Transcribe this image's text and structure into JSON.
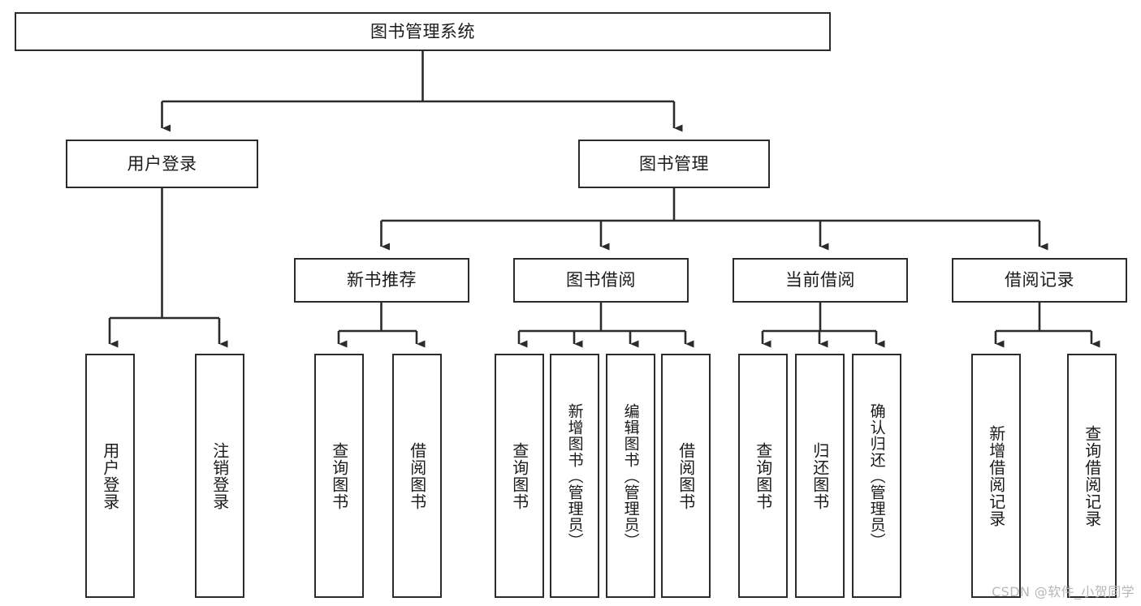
{
  "diagram": {
    "title": "图书管理系统",
    "type": "tree-hierarchy",
    "orientation": "top-down",
    "colors": {
      "background": "#ffffff",
      "box_fill": "#ffffff",
      "box_border": "#2b2b2b",
      "connector": "#2b2b2b",
      "text": "#1b1b1b",
      "watermark": "#b7b7b7"
    },
    "root": {
      "label": "图书管理系统"
    },
    "level2": [
      {
        "label": "用户登录"
      },
      {
        "label": "图书管理"
      }
    ],
    "level3": [
      {
        "label": "新书推荐"
      },
      {
        "label": "图书借阅"
      },
      {
        "label": "当前借阅"
      },
      {
        "label": "借阅记录"
      }
    ],
    "leaves": {
      "user_login": [
        {
          "label": "用户登录"
        },
        {
          "label": "注销登录"
        }
      ],
      "new_book_recommend": [
        {
          "label": "查询图书"
        },
        {
          "label": "借阅图书"
        }
      ],
      "book_borrow": [
        {
          "label": "查询图书"
        },
        {
          "label": "新增图书（管理员）"
        },
        {
          "label": "编辑图书（管理员）"
        },
        {
          "label": "借阅图书"
        }
      ],
      "current_borrow": [
        {
          "label": "查询图书"
        },
        {
          "label": "归还图书"
        },
        {
          "label": "确认归还（管理员）"
        }
      ],
      "borrow_record": [
        {
          "label": "新增借阅记录"
        },
        {
          "label": "查询借阅记录"
        }
      ]
    }
  },
  "watermark": {
    "text": "CSDN @软件_小贺同学"
  }
}
